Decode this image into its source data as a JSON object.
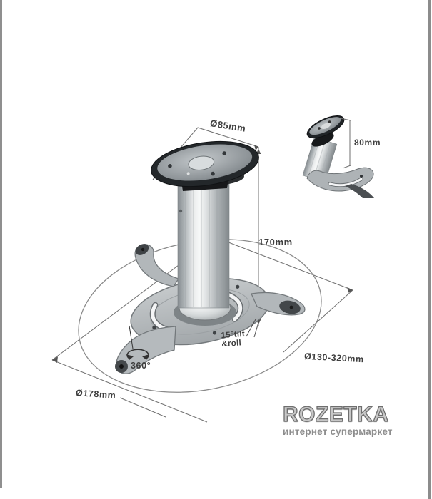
{
  "diagram": {
    "description": "projector-ceiling-mount-dimension-drawing",
    "annotations": {
      "plate_diameter": "Ø85mm",
      "inset_height": "80mm",
      "pole_height": "170mm",
      "tilt_line1": "15°tilt",
      "tilt_line2": "&roll",
      "rotation": "360°",
      "mount_range": "Ø130-320mm",
      "base_diameter": "Ø178mm"
    },
    "colors": {
      "background": "#ffffff",
      "line": "#6f6f6f",
      "metal_silver": "#c3c7c9",
      "metal_dark": "#1c1f22",
      "label_text": "#3e3e3e"
    }
  },
  "watermark": {
    "brand": "ROZETKA",
    "tagline": "интернет супермаркет",
    "brand_color": "#c7c7c7",
    "tagline_color": "#8d8d8d"
  }
}
